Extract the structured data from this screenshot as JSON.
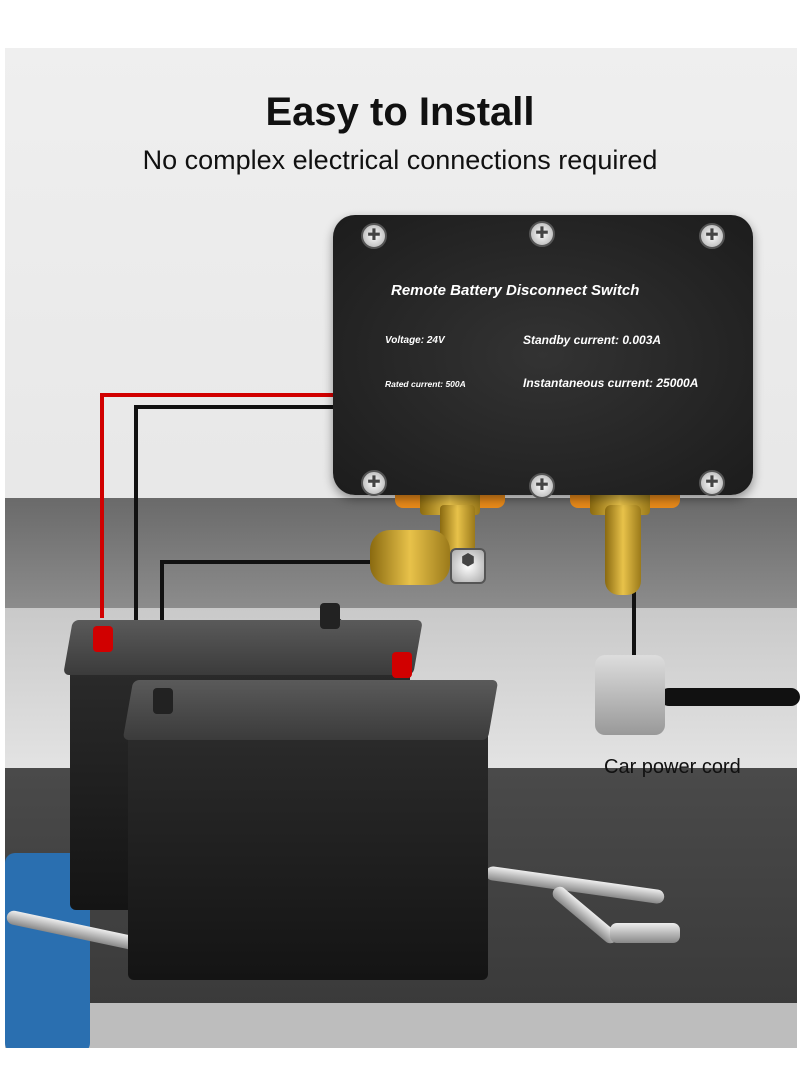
{
  "heading": {
    "title": "Easy to Install",
    "subtitle": "No complex electrical connections required"
  },
  "device": {
    "name": "Remote Battery Disconnect Switch",
    "voltage": "Voltage: 24V",
    "standby_current": "Standby current: 0.003A",
    "rated_current": "Rated current: 500A",
    "instantaneous_current": "Instantaneous current: 25000A"
  },
  "callout": {
    "car_power_cord": "Car power cord"
  },
  "colors": {
    "positive_wire": "#d10000",
    "negative_wire": "#111111",
    "terminal": "#e8c24a"
  }
}
